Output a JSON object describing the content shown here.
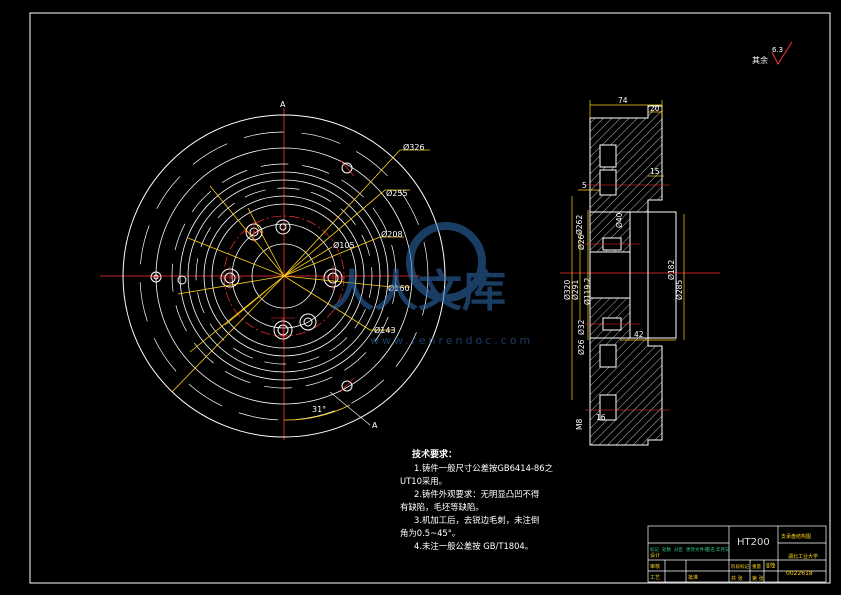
{
  "drawing": {
    "roughness_label": "其余",
    "roughness_value": "6.3",
    "watermark": "人人文库",
    "watermark_url": "www.renrendoc.com",
    "front_view": {
      "section_mark": "A",
      "dim_326": "Ø326",
      "dim_255": "Ø255",
      "dim_208": "Ø208",
      "dim_160": "Ø160",
      "dim_105": "Ø105",
      "dim_143": "Ø143",
      "dim_angle": "31°"
    },
    "section_view": {
      "dim_74": "74",
      "dim_20": "20",
      "dim_15": "15",
      "dim_42": "42",
      "dim_5": "5",
      "v_320": "Ø320",
      "v_291": "Ø291",
      "v_285": "Ø285",
      "v_262": "Ø262",
      "v_182": "Ø182",
      "v_119": "Ø119.2",
      "v_26a": "Ø26",
      "v_26b": "Ø26",
      "v_40": "Ø40",
      "v_32": "Ø32",
      "v_m8": "M8",
      "v_16": "16"
    },
    "tech_requirements": {
      "title": "技术要求：",
      "lines": [
        "1.铸件一般尺寸公差按GB6414-86之",
        "UT10采用。",
        "2.铸件外观要求：无明显凸凹不得",
        "有缺陷，毛坯等缺陷。",
        "3.机加工后，去锐边毛刺，未注倒",
        "角为0.5~45°。",
        "4.未注一般公差按 GB/T1804。"
      ]
    },
    "title_block": {
      "material": "HT200",
      "name": "支承盘结构图",
      "scale_label": "比例",
      "scale": "1:2",
      "drawing_no": "0022618",
      "sheet_total": "共  张",
      "sheet_no": "第  张",
      "weight_label": "重量",
      "company": "湖北工业大学",
      "row_labels": [
        "标记",
        "处数",
        "分区",
        "更改文件号",
        "签名",
        "年月日"
      ],
      "design_label": "设计",
      "review_label": "审核",
      "process_label": "工艺",
      "approve_label": "批准",
      "stage_label": "阶段标记"
    }
  }
}
